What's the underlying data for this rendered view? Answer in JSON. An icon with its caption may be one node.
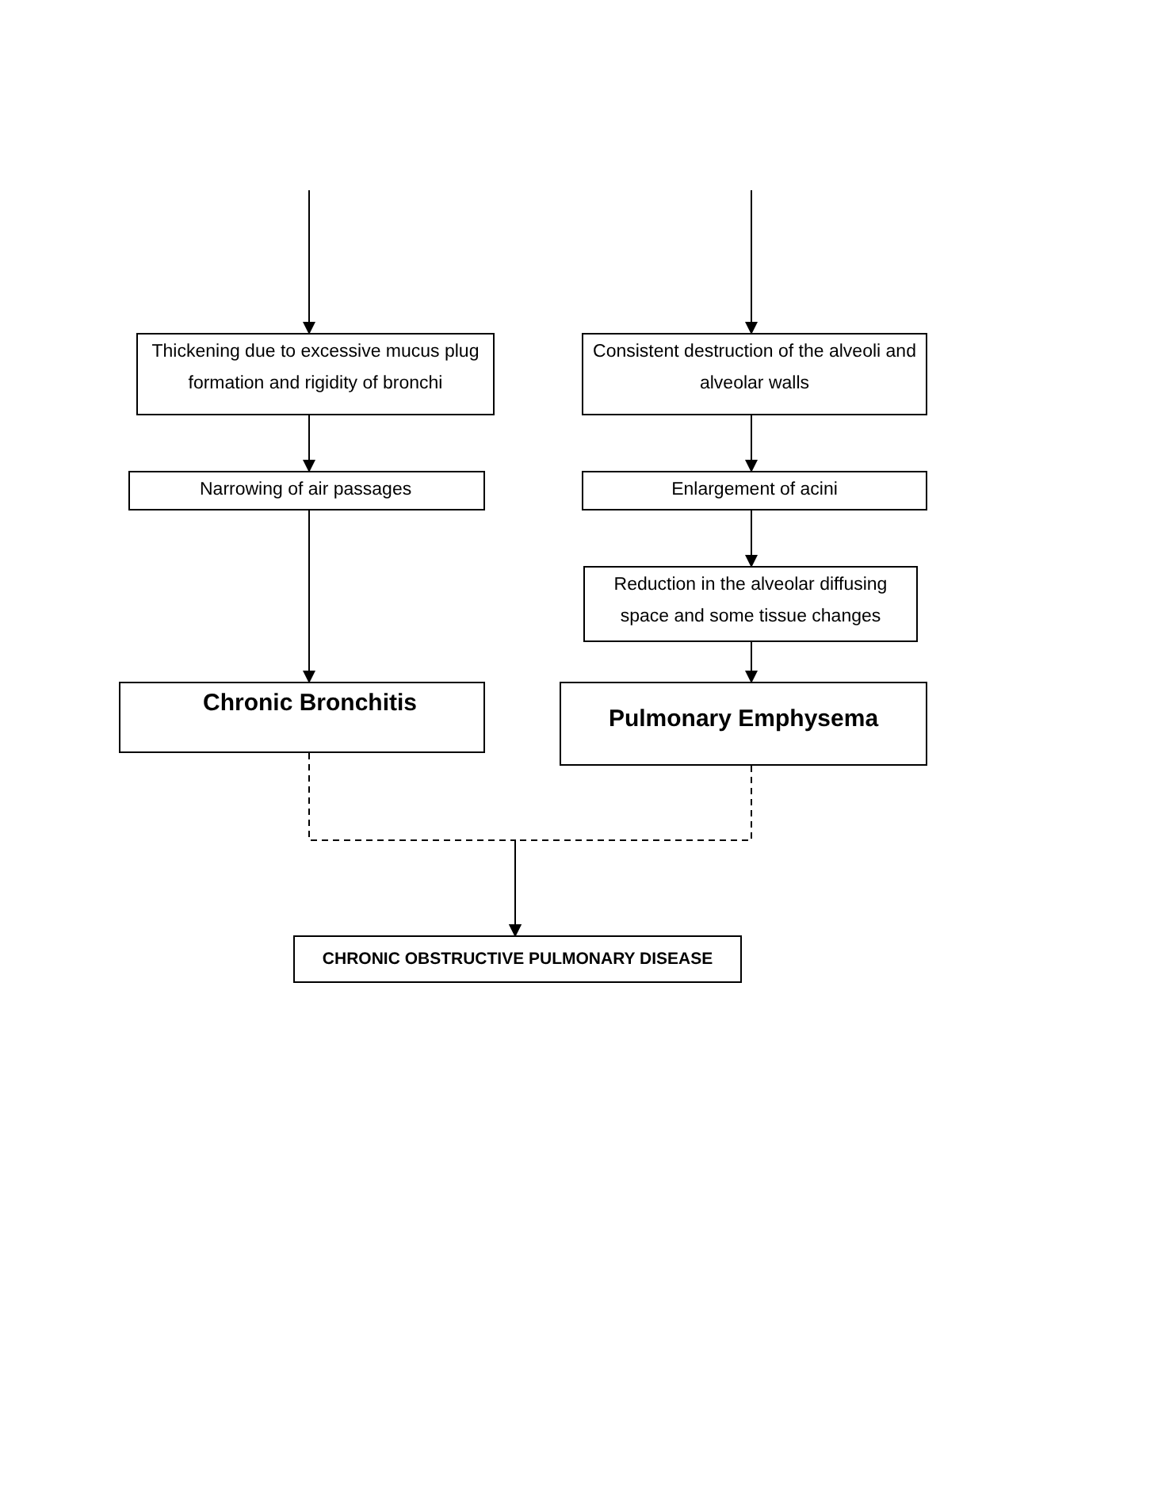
{
  "diagram": {
    "nodes": [
      {
        "text": [
          "Thickening due to excessive mucus plug formation and rigidity of bronchi"
        ]
      },
      {
        "text": [
          "Consistent destruction of the alveoli and alveolar walls"
        ]
      },
      {
        "text": [
          "Narrowing of air passages"
        ]
      },
      {
        "text": [
          "Enlargement of acini"
        ]
      },
      {
        "text": [
          "Reduction in the alveolar diffusing space and some tissue changes"
        ]
      },
      {
        "text": [
          "Chronic Bronchitis"
        ]
      },
      {
        "text": [
          "Pulmonary Emphysema"
        ]
      },
      {
        "text": [
          "CHRONIC OBSTRUCTIVE PULMONARY DISEASE"
        ]
      }
    ],
    "edges": [
      {
        "from": null,
        "to": 0,
        "arrow": "to"
      },
      {
        "from": null,
        "to": 1,
        "arrow": "to"
      },
      {
        "from": 0,
        "to": 2,
        "arrow": "to"
      },
      {
        "from": 2,
        "to": 5,
        "arrow": "to"
      },
      {
        "from": 1,
        "to": 3,
        "arrow": "to"
      },
      {
        "from": 3,
        "to": 4,
        "arrow": "to"
      },
      {
        "from": 4,
        "to": 6,
        "arrow": "to"
      },
      {
        "from": 5,
        "to": 7,
        "arrow": "to",
        "style": "dashed"
      },
      {
        "from": 6,
        "to": 7,
        "arrow": "to",
        "style": "dashed"
      }
    ]
  }
}
